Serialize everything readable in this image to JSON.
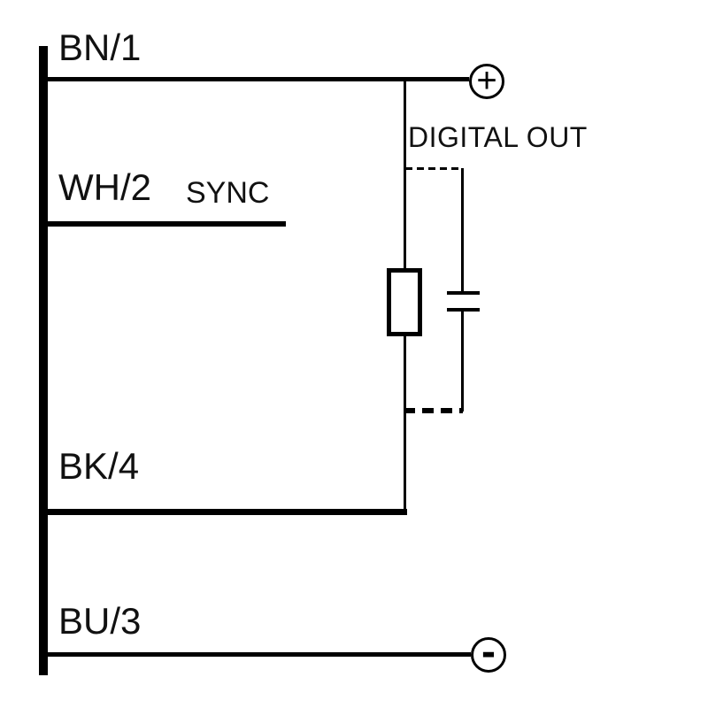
{
  "diagram": {
    "type": "sensor-wiring-schematic",
    "colors": {
      "line": "#000000",
      "text": "#111111",
      "background": "#ffffff"
    },
    "wires": [
      {
        "label": "BN/1"
      },
      {
        "label": "WH/2",
        "sublabel": "SYNC"
      },
      {
        "label": "BK/4"
      },
      {
        "label": "BU/3"
      }
    ],
    "output": {
      "label": "DIGITAL OUT"
    },
    "terminals": {
      "positive": "+",
      "negative": "-"
    },
    "symbols": {
      "load": "resistor-symbol",
      "capacitor": "capacitor-symbol"
    }
  }
}
